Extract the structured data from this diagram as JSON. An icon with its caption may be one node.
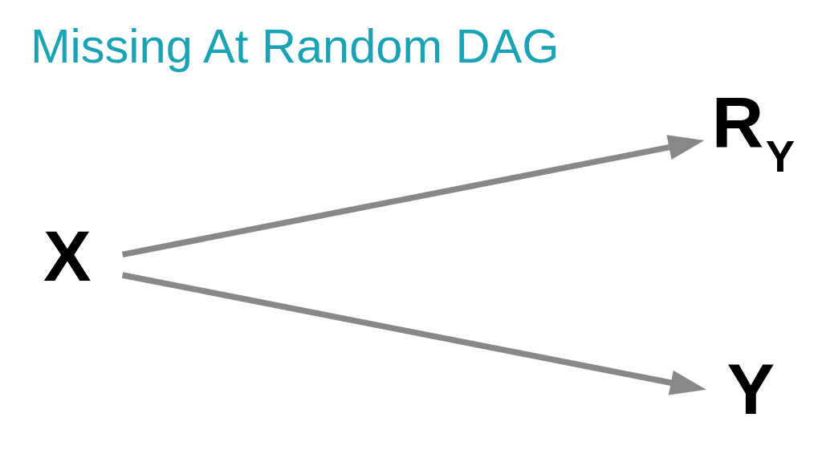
{
  "diagram": {
    "title": "Missing At Random DAG",
    "nodes": [
      {
        "text": [
          "X"
        ]
      },
      {
        "text": [
          "R$_{Y}$"
        ]
      },
      {
        "text": [
          "Y"
        ]
      }
    ],
    "edges": [
      {
        "from": 0,
        "to": 1,
        "arrow": "to"
      },
      {
        "from": 0,
        "to": 2,
        "arrow": "to"
      }
    ]
  }
}
